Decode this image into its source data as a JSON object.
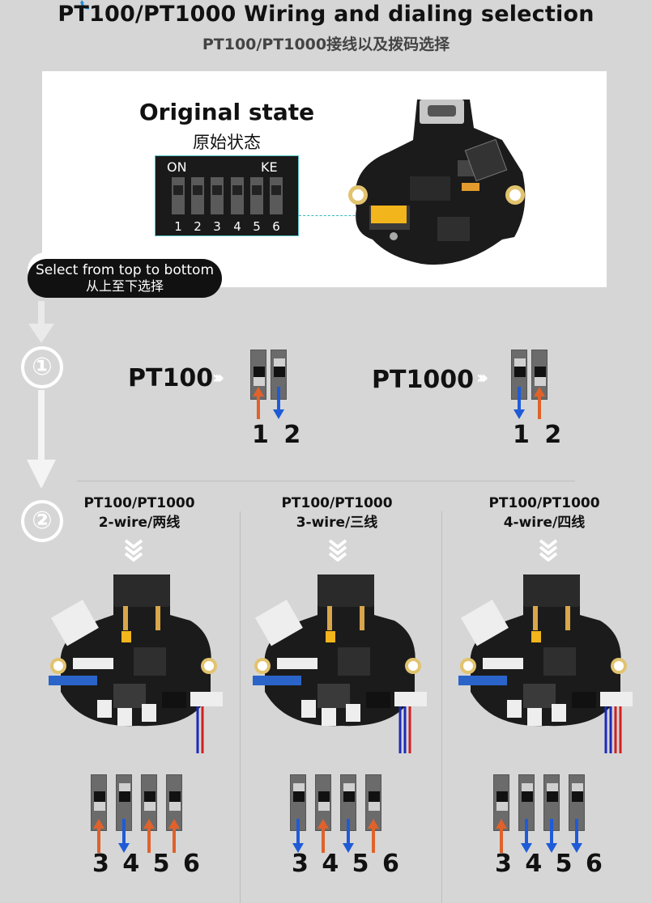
{
  "header": {
    "title": "PT100/PT1000 Wiring and dialing selection",
    "subtitle": "PT100/PT1000接线以及拨码选择"
  },
  "original_state": {
    "title": "Original state",
    "subtitle": "原始状态",
    "dip_label_left": "ON",
    "dip_label_right": "KE",
    "dip_numbers": [
      "1",
      "2",
      "3",
      "4",
      "5",
      "6"
    ]
  },
  "instruction": {
    "line1": "Select from top to bottom",
    "line2": "从上至下选择"
  },
  "step1": {
    "number": "①",
    "pt100_label": "PT100",
    "pt1000_label": "PT1000",
    "pt100_digits": "1 2",
    "pt1000_digits": "1 2"
  },
  "step2": {
    "number": "②",
    "columns": [
      {
        "line1": "PT100/PT1000",
        "line2": "2-wire/两线",
        "digits": "3 4 5 6"
      },
      {
        "line1": "PT100/PT1000",
        "line2": "3-wire/三线",
        "digits": "3 4 5 6"
      },
      {
        "line1": "PT100/PT1000",
        "line2": "4-wire/四线",
        "digits": "3 4 5 6"
      }
    ]
  },
  "colors": {
    "background": "#d6d6d6",
    "arrow_up": "#e0622a",
    "arrow_down": "#1f5bd6",
    "wire_red": "#d21f1f",
    "wire_blue": "#1b2bb8"
  }
}
